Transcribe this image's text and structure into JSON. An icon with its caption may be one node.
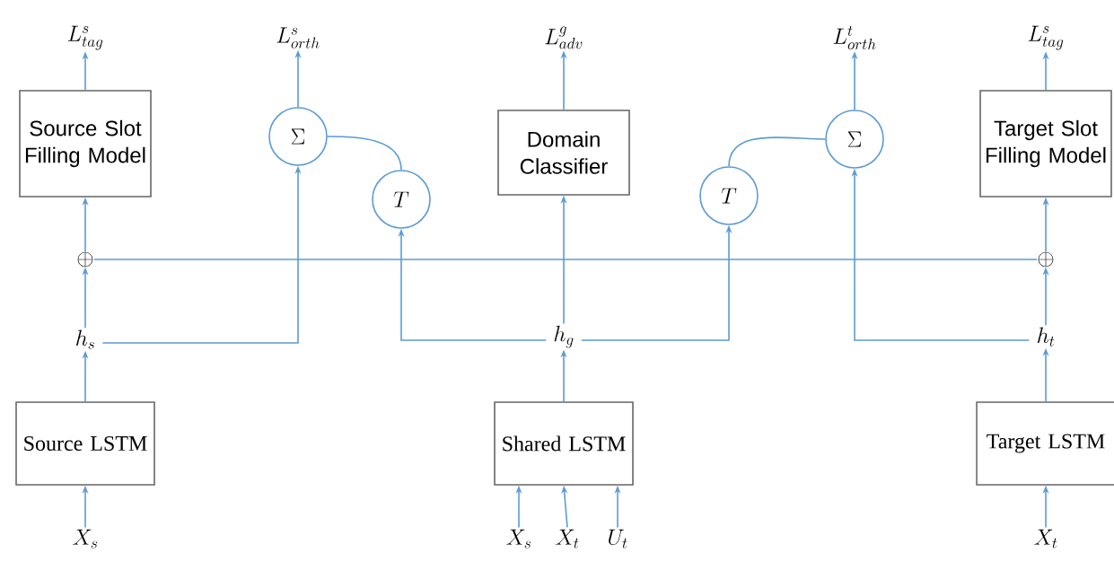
{
  "diagram": {
    "nodes": [
      {
        "text": [
          "L^{s}_{tag}"
        ]
      },
      {
        "text": [
          "L^{s}_{orth}"
        ]
      },
      {
        "text": [
          "L^{g}_{adv}"
        ]
      },
      {
        "text": [
          "L^{t}_{orth}"
        ]
      },
      {
        "text": [
          "L^{s}_{tag}"
        ]
      },
      {
        "text": [
          "Source Slot Filling Model"
        ]
      },
      {
        "text": [
          "\\Sigma"
        ]
      },
      {
        "text": [
          "Domain Classifier"
        ]
      },
      {
        "text": [
          "\\Sigma"
        ]
      },
      {
        "text": [
          "Target Slot Filling Model"
        ]
      },
      {
        "text": [
          "T"
        ]
      },
      {
        "text": [
          "T"
        ]
      },
      {
        "text": [
          "\\oplus"
        ]
      },
      {
        "text": [
          "\\oplus"
        ]
      },
      {
        "text": [
          "h_{s}"
        ]
      },
      {
        "text": [
          "h_{g}"
        ]
      },
      {
        "text": [
          "h_{t}"
        ]
      },
      {
        "text": [
          "Source LSTM"
        ]
      },
      {
        "text": [
          "Shared LSTM"
        ]
      },
      {
        "text": [
          "Target LSTM"
        ]
      },
      {
        "text": [
          "X_{s}"
        ]
      },
      {
        "text": [
          "X_{s}"
        ]
      },
      {
        "text": [
          "X_{t}"
        ]
      },
      {
        "text": [
          "U_{t}"
        ]
      },
      {
        "text": [
          "X_{t}"
        ]
      }
    ],
    "edges": [
      {
        "from": 5,
        "to": 0,
        "arrow": "to"
      },
      {
        "from": 6,
        "to": 1,
        "arrow": "to"
      },
      {
        "from": 7,
        "to": 2,
        "arrow": "to"
      },
      {
        "from": 8,
        "to": 3,
        "arrow": "to"
      },
      {
        "from": 9,
        "to": 4,
        "arrow": "to"
      },
      {
        "from": 10,
        "to": 6,
        "arrow": "none"
      },
      {
        "from": 11,
        "to": 8,
        "arrow": "none"
      },
      {
        "from": 12,
        "to": 5,
        "arrow": "to"
      },
      {
        "from": 13,
        "to": 9,
        "arrow": "to"
      },
      {
        "from": 12,
        "to": 13,
        "arrow": "none"
      },
      {
        "from": 14,
        "to": 12,
        "arrow": "to"
      },
      {
        "from": 15,
        "to": 7,
        "arrow": "to"
      },
      {
        "from": 16,
        "to": 13,
        "arrow": "to"
      },
      {
        "from": 14,
        "to": 6,
        "arrow": "to"
      },
      {
        "from": 15,
        "to": 10,
        "arrow": "to"
      },
      {
        "from": 15,
        "to": 11,
        "arrow": "to"
      },
      {
        "from": 16,
        "to": 8,
        "arrow": "to"
      },
      {
        "from": 17,
        "to": 14,
        "arrow": "to"
      },
      {
        "from": 18,
        "to": 15,
        "arrow": "to"
      },
      {
        "from": 19,
        "to": 16,
        "arrow": "to"
      },
      {
        "from": 20,
        "to": 17,
        "arrow": "to"
      },
      {
        "from": 21,
        "to": 18,
        "arrow": "to"
      },
      {
        "from": 22,
        "to": 18,
        "arrow": "to"
      },
      {
        "from": 23,
        "to": 18,
        "arrow": "to"
      },
      {
        "from": 24,
        "to": 19,
        "arrow": "to"
      }
    ]
  }
}
